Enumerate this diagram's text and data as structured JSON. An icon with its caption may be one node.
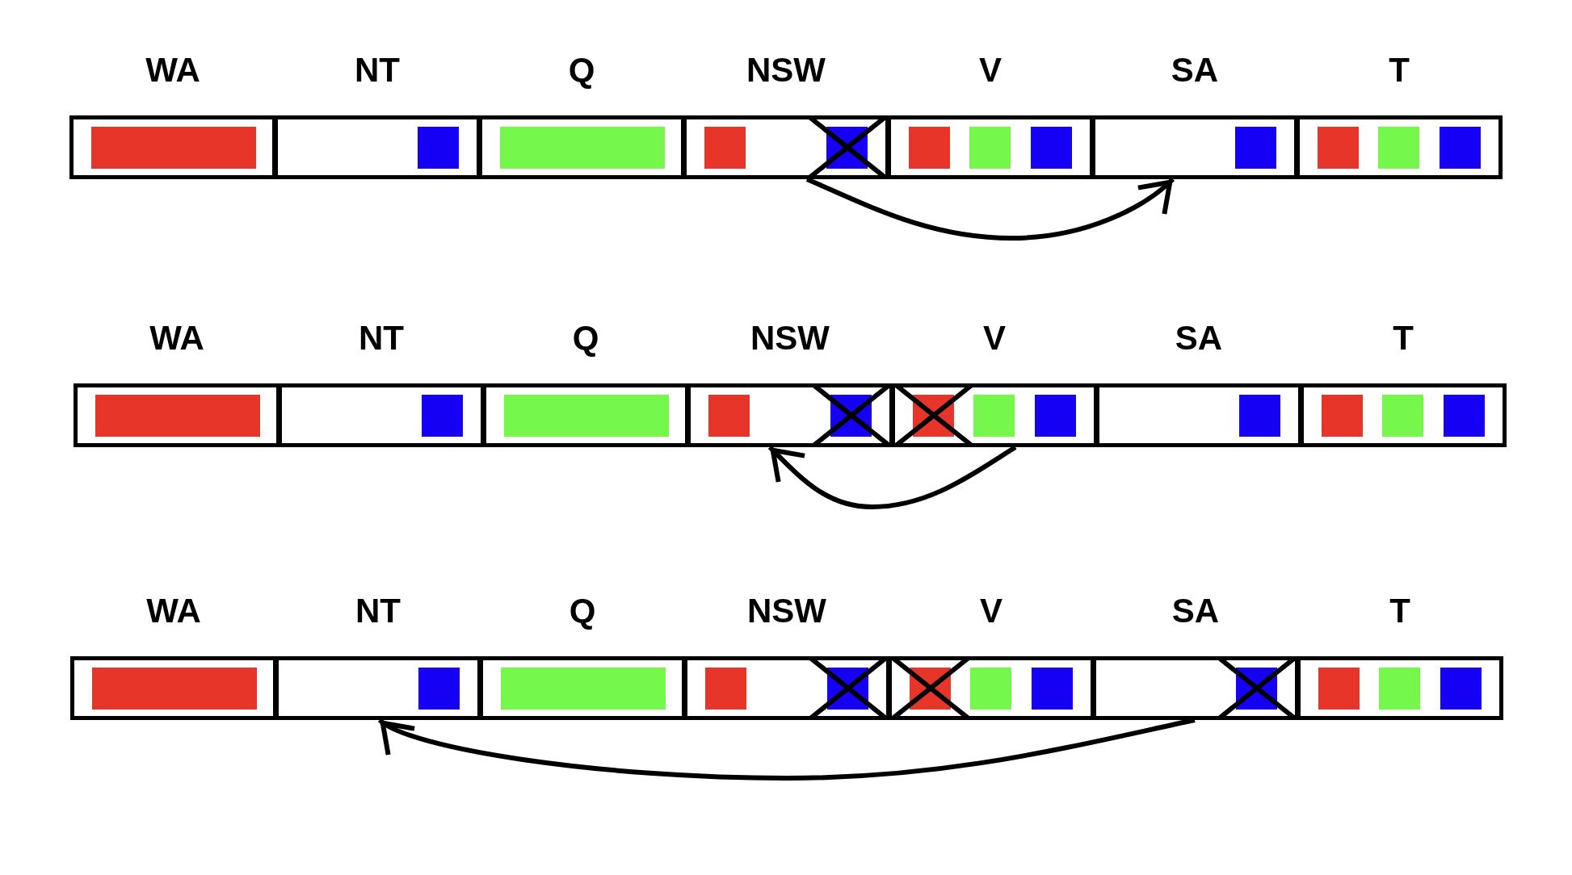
{
  "diagram": {
    "nodes": [
      {
        "text": [
          "WA"
        ]
      },
      {
        "text": [],
        "shape": "bar",
        "in": 0
      },
      {
        "text": [
          "NT"
        ]
      },
      {
        "text": [],
        "shape": "box",
        "in": 2
      },
      {
        "text": [
          "Q"
        ]
      },
      {
        "text": [],
        "shape": "bar",
        "in": 4
      },
      {
        "text": [
          "NSW"
        ]
      },
      {
        "text": [],
        "shape": "box",
        "in": 6
      },
      {
        "text": [],
        "shape": "box",
        "in": 6
      },
      {
        "text": [
          "V"
        ]
      },
      {
        "text": [],
        "shape": "box",
        "in": 9
      },
      {
        "text": [],
        "shape": "box",
        "in": 9
      },
      {
        "text": [],
        "shape": "box",
        "in": 9
      },
      {
        "text": [
          "SA"
        ]
      },
      {
        "text": [],
        "shape": "box",
        "in": 13
      },
      {
        "text": [
          "T"
        ]
      },
      {
        "text": [],
        "shape": "box",
        "in": 15
      },
      {
        "text": [],
        "shape": "box",
        "in": 15
      },
      {
        "text": [],
        "shape": "box",
        "in": 15
      },
      {
        "text": [
          "WA"
        ]
      },
      {
        "text": [],
        "shape": "bar",
        "in": 19
      },
      {
        "text": [
          "NT"
        ]
      },
      {
        "text": [],
        "shape": "box",
        "in": 21
      },
      {
        "text": [
          "Q"
        ]
      },
      {
        "text": [],
        "shape": "bar",
        "in": 23
      },
      {
        "text": [
          "NSW"
        ]
      },
      {
        "text": [],
        "shape": "box",
        "in": 25
      },
      {
        "text": [],
        "shape": "box",
        "in": 25
      },
      {
        "text": [
          "V"
        ]
      },
      {
        "text": [],
        "shape": "box",
        "in": 28
      },
      {
        "text": [],
        "shape": "box",
        "in": 28
      },
      {
        "text": [],
        "shape": "box",
        "in": 28
      },
      {
        "text": [
          "SA"
        ]
      },
      {
        "text": [],
        "shape": "box",
        "in": 32
      },
      {
        "text": [
          "T"
        ]
      },
      {
        "text": [],
        "shape": "box",
        "in": 34
      },
      {
        "text": [],
        "shape": "box",
        "in": 34
      },
      {
        "text": [],
        "shape": "box",
        "in": 34
      },
      {
        "text": [
          "WA"
        ]
      },
      {
        "text": [],
        "shape": "bar",
        "in": 38
      },
      {
        "text": [
          "NT"
        ]
      },
      {
        "text": [],
        "shape": "box",
        "in": 40
      },
      {
        "text": [
          "Q"
        ]
      },
      {
        "text": [],
        "shape": "bar",
        "in": 42
      },
      {
        "text": [
          "NSW"
        ]
      },
      {
        "text": [],
        "shape": "box",
        "in": 44
      },
      {
        "text": [],
        "shape": "box",
        "in": 44
      },
      {
        "text": [
          "V"
        ]
      },
      {
        "text": [],
        "shape": "box",
        "in": 47
      },
      {
        "text": [],
        "shape": "box",
        "in": 47
      },
      {
        "text": [],
        "shape": "box",
        "in": 47
      },
      {
        "text": [
          "SA"
        ]
      },
      {
        "text": [],
        "shape": "box",
        "in": 51
      },
      {
        "text": [
          "T"
        ]
      },
      {
        "text": [],
        "shape": "box",
        "in": 53
      },
      {
        "text": [],
        "shape": "box",
        "in": 53
      },
      {
        "text": [],
        "shape": "box",
        "in": 53
      }
    ],
    "edges": [
      {
        "from": 6,
        "to": 13,
        "arrow": "to"
      },
      {
        "from": 28,
        "to": 25,
        "arrow": "to"
      },
      {
        "from": 51,
        "to": 40,
        "arrow": "to"
      }
    ]
  }
}
